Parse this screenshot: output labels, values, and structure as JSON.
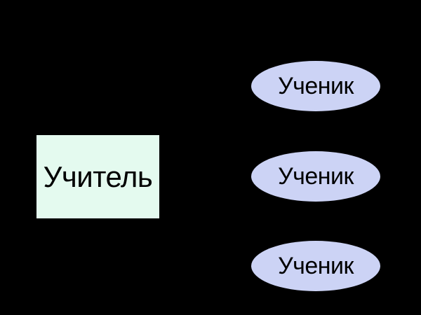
{
  "diagram": {
    "background": "#000000",
    "text_color": "#000000",
    "teacher_node": {
      "label": "Учитель",
      "shape": "rectangle",
      "fill": "#e4faef"
    },
    "student_nodes": [
      {
        "label": "Ученик",
        "shape": "ellipse",
        "fill": "#ccd3f5"
      },
      {
        "label": "Ученик",
        "shape": "ellipse",
        "fill": "#ccd3f5"
      },
      {
        "label": "Ученик",
        "shape": "ellipse",
        "fill": "#ccd3f5"
      }
    ]
  }
}
